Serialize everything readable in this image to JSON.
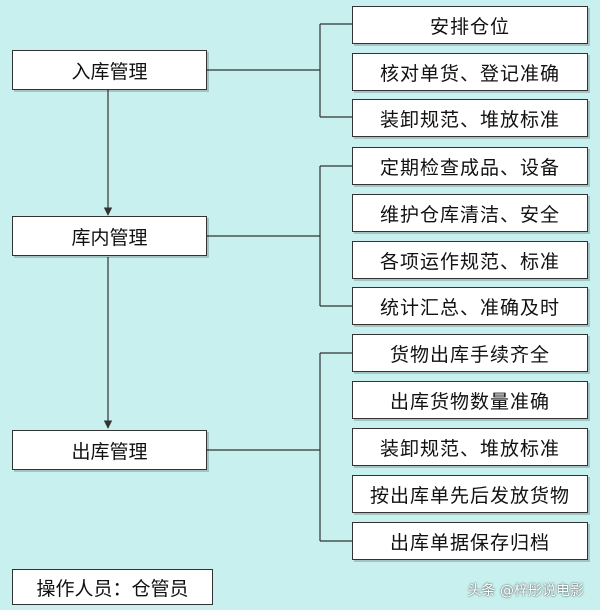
{
  "diagram": {
    "main_processes": [
      {
        "label": "入库管理",
        "tasks": [
          "安排仓位",
          "核对单货、登记准确",
          "装卸规范、堆放标准"
        ]
      },
      {
        "label": "库内管理",
        "tasks": [
          "定期检查成品、设备",
          "维护仓库清洁、安全",
          "各项运作规范、标准",
          "统计汇总、准确及时"
        ]
      },
      {
        "label": "出库管理",
        "tasks": [
          "货物出库手续齐全",
          "出库货物数量准确",
          "装卸规范、堆放标准",
          "按出库单先后发放货物",
          "出库单据保存归档"
        ]
      }
    ],
    "operator": "操作人员：仓管员"
  },
  "watermark": {
    "text": "头条 @梓彤说电影"
  },
  "colors": {
    "background": "#c8f0ee",
    "box_fill": "#ffffff",
    "line": "#333333"
  }
}
